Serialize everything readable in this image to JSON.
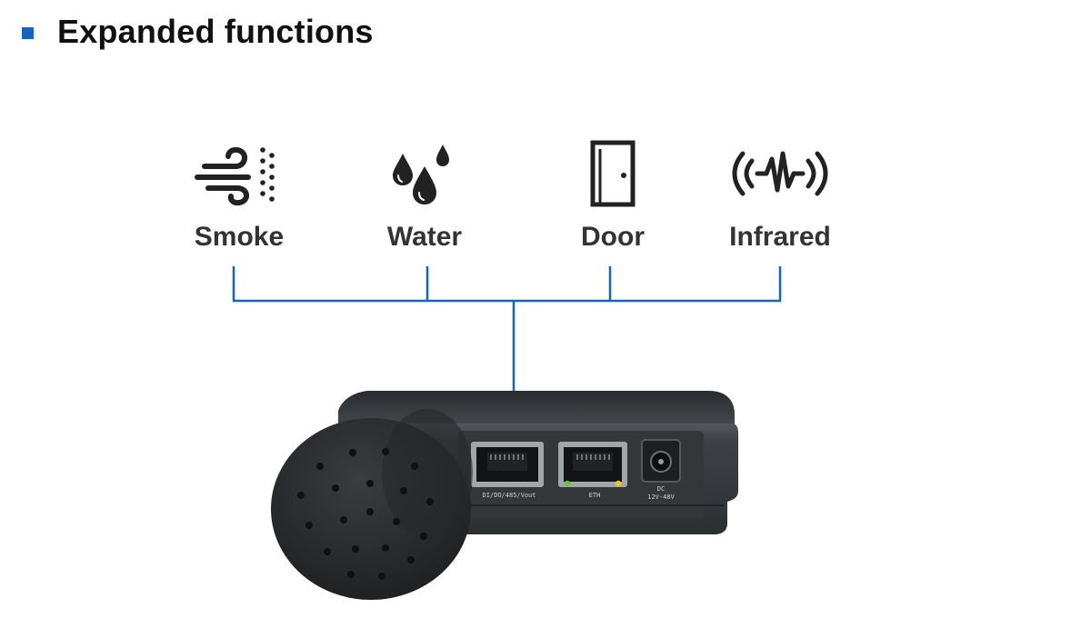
{
  "section": {
    "title": "Expanded functions"
  },
  "features": [
    {
      "label": "Smoke",
      "icon": "smoke-icon"
    },
    {
      "label": "Water",
      "icon": "water-drops-icon"
    },
    {
      "label": "Door",
      "icon": "door-icon"
    },
    {
      "label": "Infrared",
      "icon": "infrared-sensor-icon"
    }
  ],
  "device": {
    "port_labels": [
      "DI/DO/485/Vout",
      "ETH",
      "DC",
      "12V-48V"
    ]
  },
  "colors": {
    "accent": "#1565c0",
    "title_text": "#111111",
    "label_text": "#333333",
    "device_body": "#3a3d40"
  }
}
